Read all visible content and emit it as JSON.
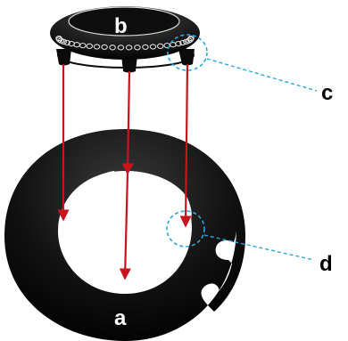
{
  "labels": {
    "cap": "b",
    "ring": "a",
    "callout_cap": "c",
    "callout_ring": "d"
  },
  "colors": {
    "arrow": "#c8141e",
    "callout": "#29a8e0",
    "body": "#0b0b0b",
    "label_on_dark": "#ffffff",
    "label_on_light": "#000000"
  }
}
